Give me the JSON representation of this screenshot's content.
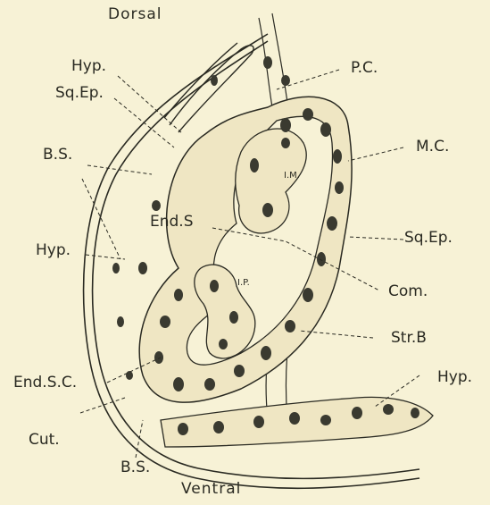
{
  "orientation": {
    "top": "Dorsal",
    "bottom": "Ventral"
  },
  "labels": {
    "hyp_top": "Hyp.",
    "sq_ep_left": "Sq.Ep.",
    "bs_left": "B.S.",
    "hyp_left": "Hyp.",
    "end_s": "End.S",
    "end_sc": "End.S.C.",
    "cut": "Cut.",
    "bs_bottom": "B.S.",
    "pc": "P.C.",
    "mc": "M.C.",
    "sq_ep_right": "Sq.Ep.",
    "com": "Com.",
    "str_b": "Str.B",
    "hyp_right": "Hyp.",
    "im": "I.M.",
    "ip": "I.P."
  },
  "colors": {
    "paper": "#f7f2d6",
    "ink": "#2a2a22",
    "nucleus": "#3a3a30"
  }
}
